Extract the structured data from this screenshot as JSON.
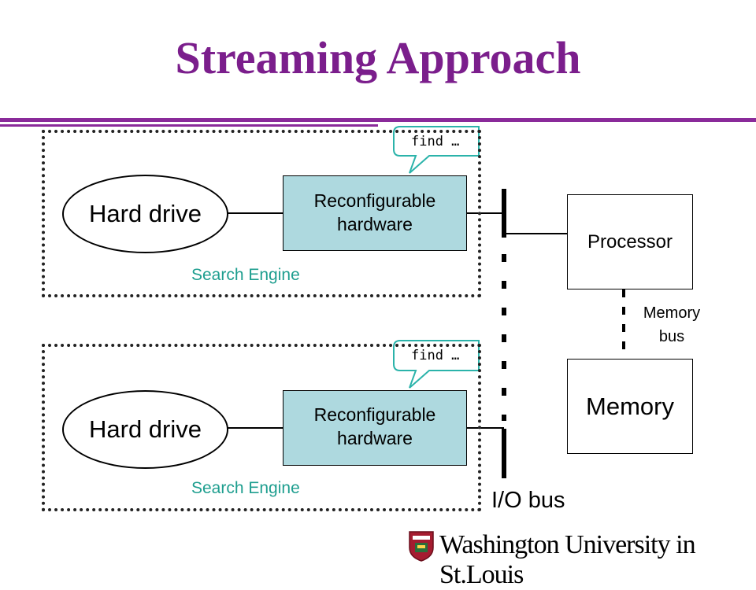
{
  "slide": {
    "title": "Streaming Approach"
  },
  "engines": [
    {
      "storage_label": "Hard drive",
      "hardware_label": "Reconfigurable\nhardware",
      "engine_label": "Search Engine",
      "callout_text": "find …"
    },
    {
      "storage_label": "Hard drive",
      "hardware_label": "Reconfigurable\nhardware",
      "engine_label": "Search Engine",
      "callout_text": "find …"
    }
  ],
  "processor": {
    "label": "Processor"
  },
  "memory": {
    "label": "Memory"
  },
  "memory_bus": {
    "label": "Memory\nbus"
  },
  "io_bus": {
    "label": "I/O bus"
  },
  "logo": {
    "text": "Washington University in St.Louis"
  },
  "colors": {
    "title": "#7b1e8c",
    "rule": "#8a2a9a",
    "hardware_fill": "#aed9df",
    "engine_label": "#1e9e8f",
    "callout_border": "#2bb3aa"
  }
}
